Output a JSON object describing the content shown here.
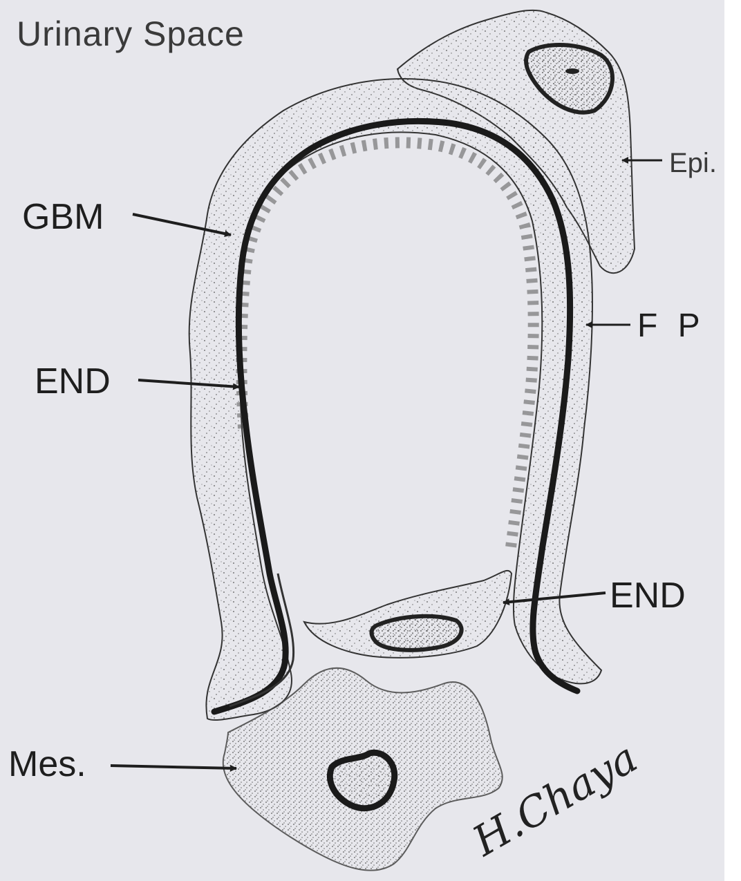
{
  "labels": {
    "title": "Urinary Space",
    "gbm": "GBM",
    "end_left": "END",
    "epi": "Epi.",
    "fp": "F P",
    "end_right": "END",
    "mes": "Mes.",
    "signature": "H.Chaya"
  }
}
